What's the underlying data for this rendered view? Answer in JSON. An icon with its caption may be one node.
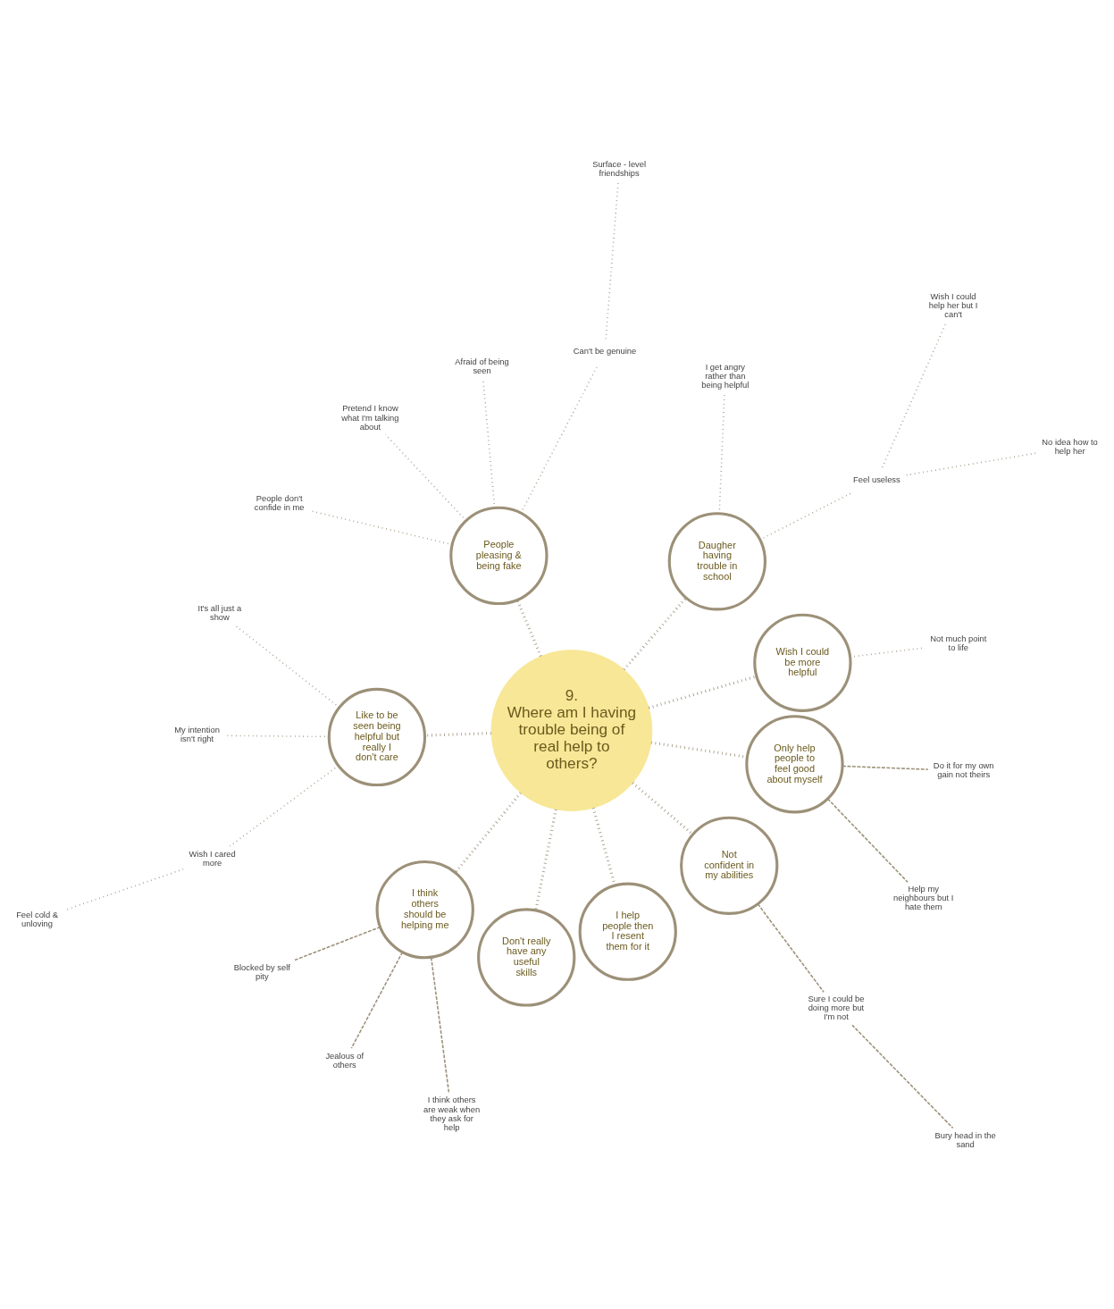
{
  "diagram": {
    "nodes": [
      {
        "text": [
          "9.",
          "Where am I having trouble being of real help to others?"
        ]
      },
      {
        "text": [
          "Wish I could be more helpful"
        ]
      },
      {
        "text": [
          "Not much point to life"
        ]
      },
      {
        "text": [
          "Daugher having trouble in school"
        ]
      },
      {
        "text": [
          "Feel useless"
        ]
      },
      {
        "text": [
          "No idea how to help her"
        ]
      },
      {
        "text": [
          "Wish I could help her but I can't"
        ]
      },
      {
        "text": [
          "I get angry rather than being helpful"
        ]
      },
      {
        "text": [
          "People pleasing & being fake"
        ]
      },
      {
        "text": [
          "Can't be genuine"
        ]
      },
      {
        "text": [
          "Surface - level friendships"
        ]
      },
      {
        "text": [
          "Afraid of being seen"
        ]
      },
      {
        "text": [
          "Pretend I know what I'm talking about"
        ]
      },
      {
        "text": [
          "People don't confide in me"
        ]
      },
      {
        "text": [
          "Like to be seen being helpful but really I don't care"
        ]
      },
      {
        "text": [
          "It's all just a show"
        ]
      },
      {
        "text": [
          "My intention isn't right"
        ]
      },
      {
        "text": [
          "Wish I cared more"
        ]
      },
      {
        "text": [
          "Feel cold & unloving"
        ]
      },
      {
        "text": [
          "I think others should be helping me"
        ]
      },
      {
        "text": [
          "Blocked by self pity"
        ]
      },
      {
        "text": [
          "Jealous of others"
        ]
      },
      {
        "text": [
          "I think others are weak when they ask for help"
        ]
      },
      {
        "text": [
          "Don't really have any useful skills"
        ]
      },
      {
        "text": [
          "I help people then I resent them for it"
        ]
      },
      {
        "text": [
          "Not confident in my abilities"
        ]
      },
      {
        "text": [
          "Sure I could be doing more but I'm not"
        ]
      },
      {
        "text": [
          "Bury head in the sand"
        ]
      },
      {
        "text": [
          "Only help people to feel good about myself"
        ]
      },
      {
        "text": [
          "Help my neighbours but I hate them"
        ]
      },
      {
        "text": [
          "Do it for my own gain not theirs"
        ]
      }
    ],
    "edges": [
      {
        "from": 0,
        "to": 1,
        "arrow": "none",
        "style": "dashed"
      },
      {
        "from": 1,
        "to": 2,
        "arrow": "none",
        "style": "dashed"
      },
      {
        "from": 0,
        "to": 3,
        "arrow": "none",
        "style": "dashed"
      },
      {
        "from": 3,
        "to": 4,
        "arrow": "none",
        "style": "dashed"
      },
      {
        "from": 4,
        "to": 5,
        "arrow": "none",
        "style": "dashed"
      },
      {
        "from": 4,
        "to": 6,
        "arrow": "none",
        "style": "dashed"
      },
      {
        "from": 3,
        "to": 7,
        "arrow": "none",
        "style": "dashed"
      },
      {
        "from": 0,
        "to": 8,
        "arrow": "none",
        "style": "dashed"
      },
      {
        "from": 8,
        "to": 9,
        "arrow": "none",
        "style": "dashed"
      },
      {
        "from": 9,
        "to": 10,
        "arrow": "none",
        "style": "dashed"
      },
      {
        "from": 8,
        "to": 11,
        "arrow": "none",
        "style": "dashed"
      },
      {
        "from": 8,
        "to": 12,
        "arrow": "none",
        "style": "dashed"
      },
      {
        "from": 8,
        "to": 13,
        "arrow": "none",
        "style": "dashed"
      },
      {
        "from": 0,
        "to": 14,
        "arrow": "none",
        "style": "dashed"
      },
      {
        "from": 14,
        "to": 15,
        "arrow": "none",
        "style": "dashed"
      },
      {
        "from": 14,
        "to": 16,
        "arrow": "none",
        "style": "dashed"
      },
      {
        "from": 14,
        "to": 17,
        "arrow": "none",
        "style": "dashed"
      },
      {
        "from": 17,
        "to": 18,
        "arrow": "none",
        "style": "dashed"
      },
      {
        "from": 0,
        "to": 19,
        "arrow": "none",
        "style": "dashed"
      },
      {
        "from": 19,
        "to": 20,
        "arrow": "none",
        "style": "dashed"
      },
      {
        "from": 19,
        "to": 21,
        "arrow": "none",
        "style": "dashed"
      },
      {
        "from": 19,
        "to": 22,
        "arrow": "none",
        "style": "dashed"
      },
      {
        "from": 0,
        "to": 23,
        "arrow": "none",
        "style": "dashed"
      },
      {
        "from": 0,
        "to": 24,
        "arrow": "none",
        "style": "dashed"
      },
      {
        "from": 0,
        "to": 25,
        "arrow": "none",
        "style": "dashed"
      },
      {
        "from": 25,
        "to": 26,
        "arrow": "none",
        "style": "dashed"
      },
      {
        "from": 26,
        "to": 27,
        "arrow": "none",
        "style": "dashed"
      },
      {
        "from": 0,
        "to": 28,
        "arrow": "none",
        "style": "dashed"
      },
      {
        "from": 28,
        "to": 29,
        "arrow": "none",
        "style": "dashed"
      },
      {
        "from": 28,
        "to": 30,
        "arrow": "none",
        "style": "dashed"
      }
    ]
  }
}
